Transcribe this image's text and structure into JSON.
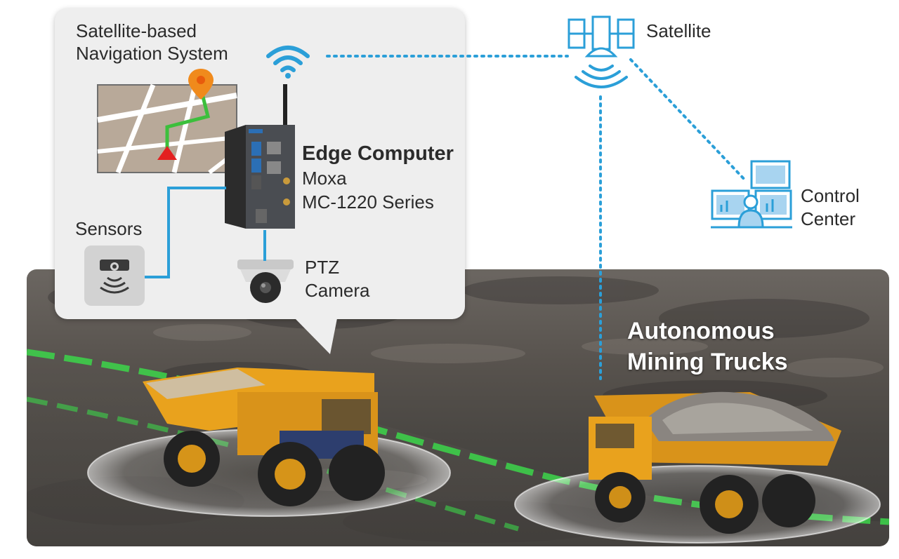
{
  "callout": {
    "nav_title_line1": "Satellite-based",
    "nav_title_line2": "Navigation System",
    "edge_title": "Edge Computer",
    "edge_line2": "Moxa",
    "edge_line3": "MC-1220 Series",
    "sensors_label": "Sensors",
    "camera_line1": "PTZ",
    "camera_line2": "Camera"
  },
  "satellite": {
    "label": "Satellite"
  },
  "control_center": {
    "line1": "Control",
    "line2": "Center"
  },
  "scene": {
    "title_line1": "Autonomous",
    "title_line2": "Mining Trucks"
  },
  "colors": {
    "link": "#2b9fd8",
    "truck_yellow": "#e9a21d",
    "path_green": "#3cd64a",
    "map_pin": "#f08a1c",
    "map_arrow": "#e32020"
  },
  "icons": {
    "wifi": "wifi-icon",
    "satellite": "satellite-icon",
    "control_center": "control-center-icon",
    "sensor": "sensor-icon",
    "camera": "ptz-camera-icon",
    "map": "navigation-map-icon",
    "edge_computer": "edge-computer-icon"
  }
}
